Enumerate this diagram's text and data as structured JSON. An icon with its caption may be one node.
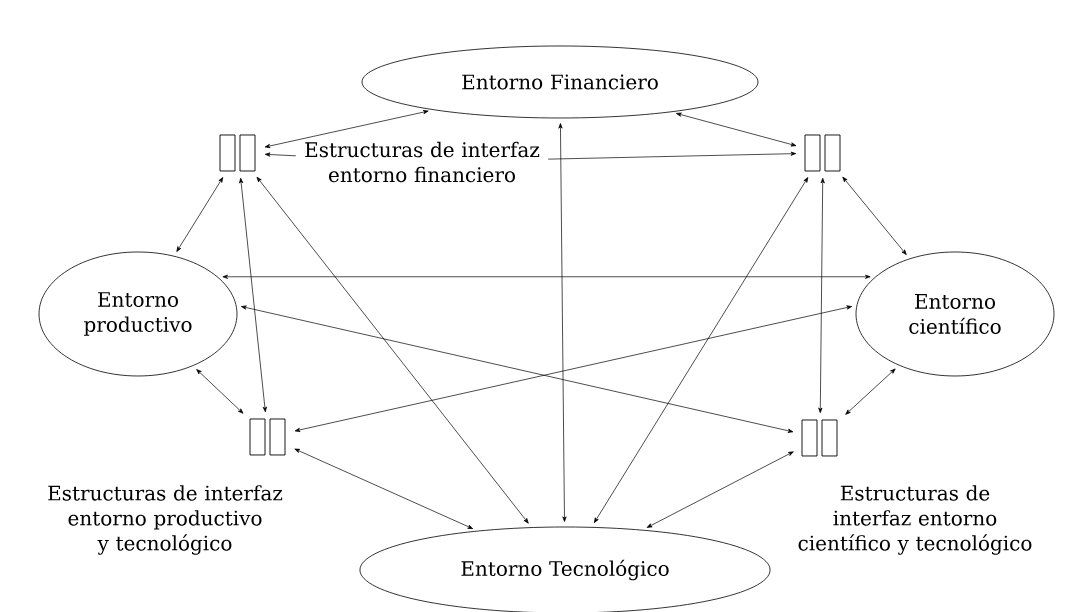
{
  "diagram": {
    "nodes": [
      {
        "text": [
          "Entorno Financiero"
        ]
      },
      {
        "text": [],
        "shape": "box"
      },
      {
        "text": [
          "Estructuras de interfaz entorno financiero"
        ]
      },
      {
        "text": [],
        "shape": "box"
      },
      {
        "text": [
          "Entorno productivo"
        ]
      },
      {
        "text": [
          "Entorno científico"
        ]
      },
      {
        "text": [],
        "shape": "box",
        "beside": [
          "Estructuras de interfaz entorno productivo y tecnológico"
        ]
      },
      {
        "text": [],
        "shape": "box",
        "beside": [
          "Estructuras de interfaz entorno científico y tecnológico"
        ]
      },
      {
        "text": [
          "Entorno Tecnológico"
        ]
      }
    ],
    "edges": [
      {
        "from": 0,
        "to": 1,
        "arrow": "both"
      },
      {
        "from": 0,
        "to": 3,
        "arrow": "both"
      },
      {
        "from": 2,
        "to": 1,
        "arrow": "to"
      },
      {
        "from": 2,
        "to": 3,
        "arrow": "to"
      },
      {
        "from": 1,
        "to": 4,
        "arrow": "both"
      },
      {
        "from": 3,
        "to": 5,
        "arrow": "both"
      },
      {
        "from": 4,
        "to": 6,
        "arrow": "both"
      },
      {
        "from": 5,
        "to": 7,
        "arrow": "both"
      },
      {
        "from": 6,
        "to": 8,
        "arrow": "both"
      },
      {
        "from": 7,
        "to": 8,
        "arrow": "both"
      },
      {
        "from": 8,
        "to": 0,
        "arrow": "both"
      },
      {
        "from": 1,
        "to": 6,
        "arrow": "both"
      },
      {
        "from": 3,
        "to": 7,
        "arrow": "both"
      },
      {
        "from": 4,
        "to": 5,
        "arrow": "both"
      },
      {
        "from": 1,
        "to": 8,
        "arrow": "both"
      },
      {
        "from": 3,
        "to": 8,
        "arrow": "both"
      },
      {
        "from": 4,
        "to": 7,
        "arrow": "both"
      },
      {
        "from": 5,
        "to": 6,
        "arrow": "both"
      }
    ]
  }
}
